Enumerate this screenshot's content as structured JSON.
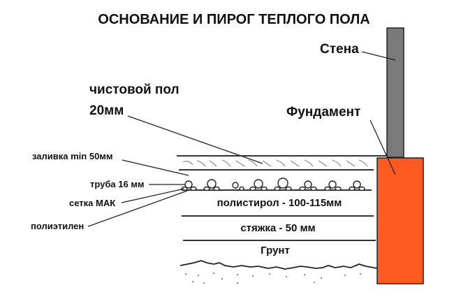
{
  "title": "ОСНОВАНИЕ И ПИРОГ ТЕПЛОГО ПОЛА",
  "labels": {
    "wall": "Стена",
    "finish_floor": "чистовой пол",
    "finish_floor_thickness": "20мм",
    "foundation": "Фундамент",
    "pour": "заливка min 50мм",
    "pipe": "труба 16 мм",
    "mesh": "сетка МАК",
    "polyethylene": "полиэтилен",
    "polystyrene": "полистирол - 100-115мм",
    "screed": "стяжка - 50 мм",
    "soil": "Грунт"
  },
  "colors": {
    "wall": "#7a7a7a",
    "foundation": "#ff5a1f"
  }
}
